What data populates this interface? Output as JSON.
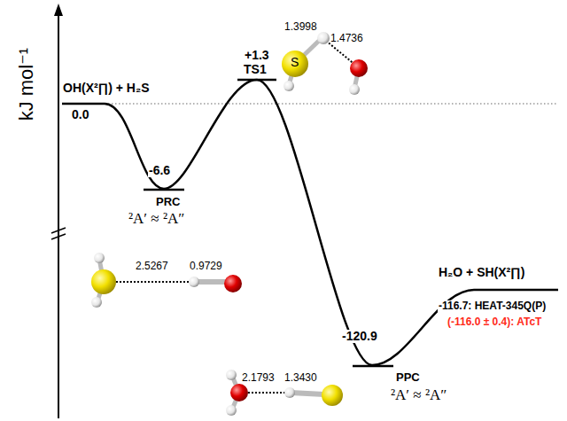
{
  "diagram": {
    "labels": [
      "kJ mol⁻¹",
      "OH(X²∏) + H₂S",
      "0.0",
      "-6.6",
      "PRC",
      "²A′ ≈ ²A″",
      "+1.3",
      "TS1",
      "1.3998",
      "1.4736",
      "S",
      "2.5267",
      "0.9729",
      "-120.9",
      "PPC",
      "2.1793",
      "1.3430",
      "²A′ ≈ ²A″",
      "H₂O + SH(X²∏)",
      "-116.7: HEAT-345Q(P)",
      "(-116.0 ± 0.4): ATcT"
    ]
  }
}
